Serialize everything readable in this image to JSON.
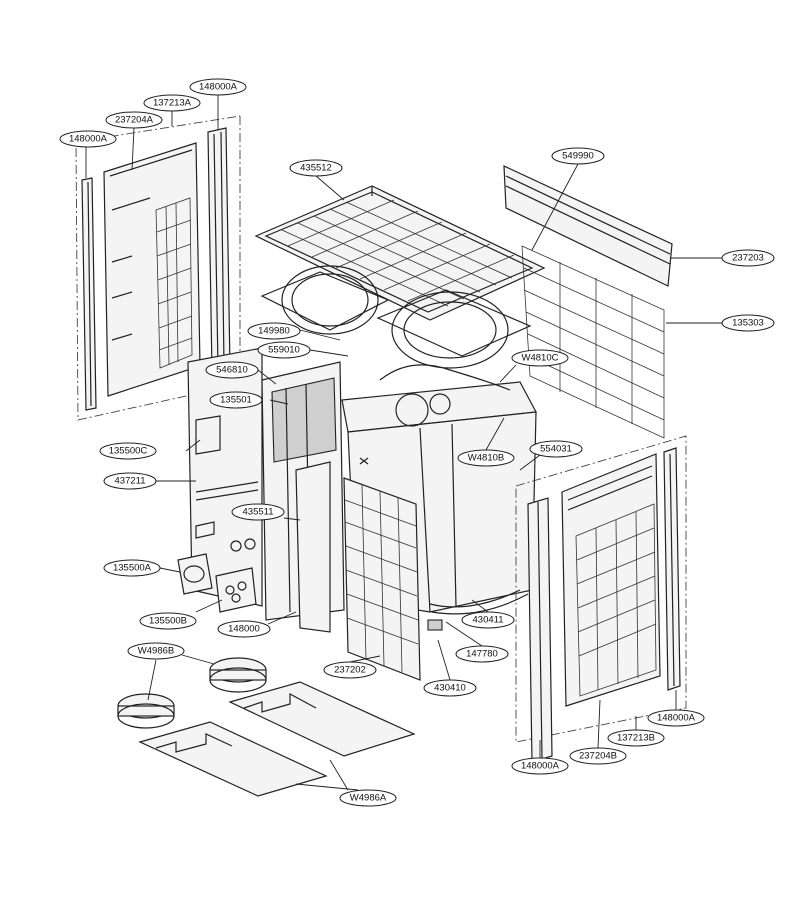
{
  "callouts": [
    {
      "id": "c-148000A-top",
      "label": "148000A"
    },
    {
      "id": "c-137213A",
      "label": "137213A"
    },
    {
      "id": "c-237204A",
      "label": "237204A"
    },
    {
      "id": "c-148000A-left",
      "label": "148000A"
    },
    {
      "id": "c-435512",
      "label": "435512"
    },
    {
      "id": "c-549990",
      "label": "549990"
    },
    {
      "id": "c-237203",
      "label": "237203"
    },
    {
      "id": "c-135303",
      "label": "135303"
    },
    {
      "id": "c-149980",
      "label": "149980"
    },
    {
      "id": "c-559010",
      "label": "559010"
    },
    {
      "id": "c-W4810C",
      "label": "W4810C"
    },
    {
      "id": "c-546810",
      "label": "546810"
    },
    {
      "id": "c-135501",
      "label": "135501"
    },
    {
      "id": "c-W4810B",
      "label": "W4810B"
    },
    {
      "id": "c-554031",
      "label": "554031"
    },
    {
      "id": "c-135500C",
      "label": "135500C"
    },
    {
      "id": "c-437211",
      "label": "437211"
    },
    {
      "id": "c-435511",
      "label": "435511"
    },
    {
      "id": "c-135500A",
      "label": "135500A"
    },
    {
      "id": "c-135500B",
      "label": "135500B"
    },
    {
      "id": "c-148000",
      "label": "148000"
    },
    {
      "id": "c-430411",
      "label": "430411"
    },
    {
      "id": "c-147780",
      "label": "147780"
    },
    {
      "id": "c-W4986B",
      "label": "W4986B"
    },
    {
      "id": "c-237202",
      "label": "237202"
    },
    {
      "id": "c-430410",
      "label": "430410"
    },
    {
      "id": "c-148000A-right",
      "label": "148000A"
    },
    {
      "id": "c-137213B",
      "label": "137213B"
    },
    {
      "id": "c-237204B",
      "label": "237204B"
    },
    {
      "id": "c-148000A-bottom",
      "label": "148000A"
    },
    {
      "id": "c-W4986A",
      "label": "W4986A"
    }
  ]
}
